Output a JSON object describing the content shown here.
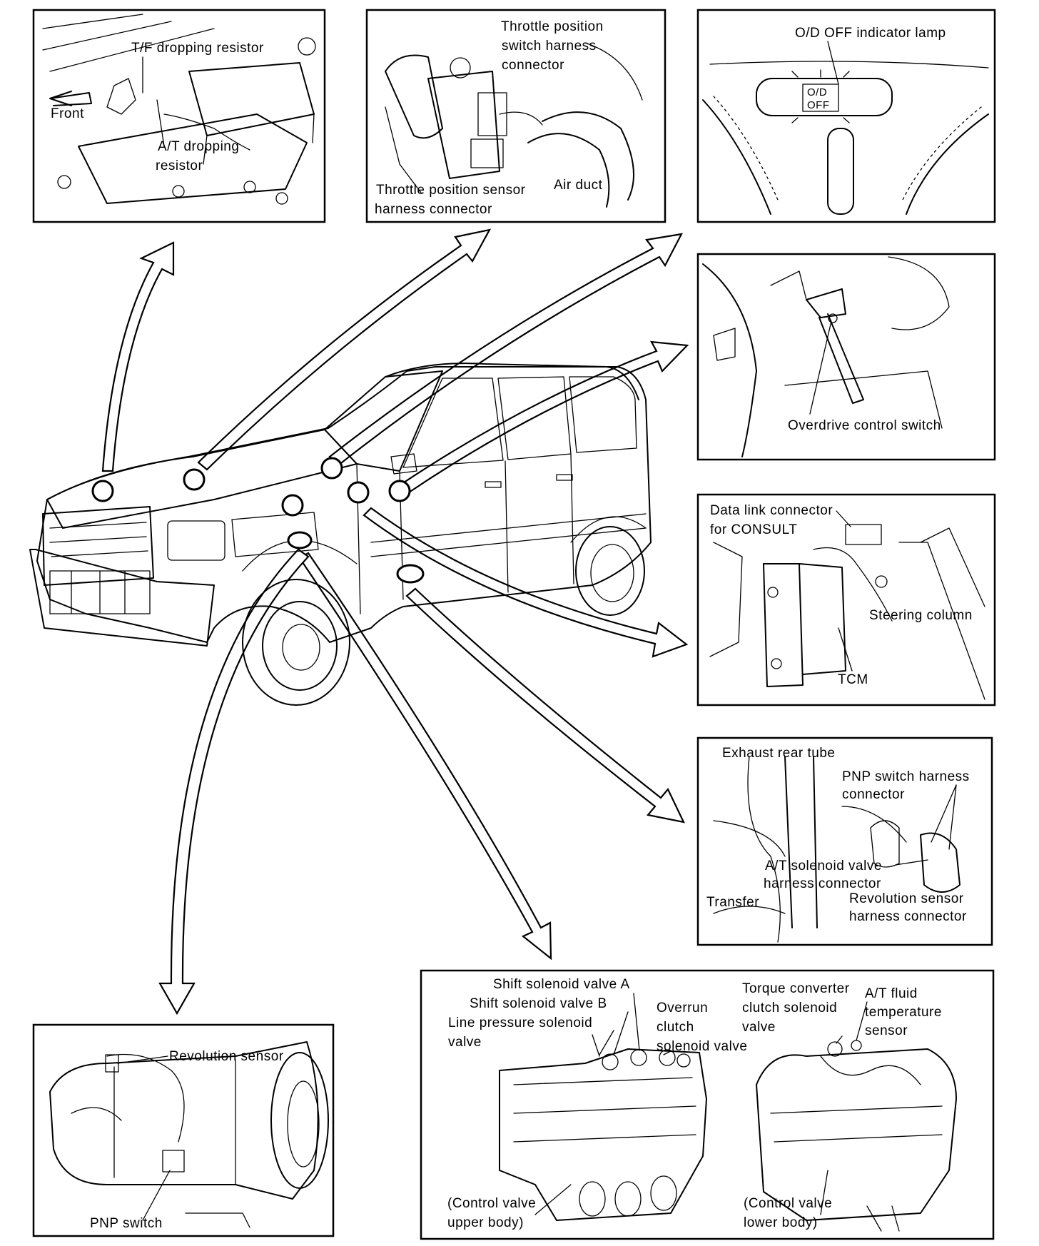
{
  "panels": {
    "dropping_resistors": {
      "tf_label": "T/F dropping resistor",
      "at_label_1": "A/T dropping",
      "at_label_2": "resistor",
      "front_label": "Front"
    },
    "throttle": {
      "switch_label_1": "Throttle position",
      "switch_label_2": "switch harness",
      "switch_label_3": "connector",
      "sensor_label_1": "Throttle position sensor",
      "sensor_label_2": "harness connector",
      "air_duct_label": "Air duct"
    },
    "od_lamp": {
      "title": "O/D OFF indicator lamp",
      "lamp_line_1": "O/D",
      "lamp_line_2": "OFF"
    },
    "overdrive_switch": {
      "label": "Overdrive control switch"
    },
    "tcm": {
      "dlc_label_1": "Data link connector",
      "dlc_label_2": "for CONSULT",
      "steering_label": "Steering column",
      "tcm_label": "TCM"
    },
    "underbody": {
      "exhaust_label": "Exhaust rear tube",
      "pnp_label_1": "PNP switch harness",
      "pnp_label_2": "connector",
      "at_sol_label_1": "A/T solenoid valve",
      "at_sol_label_2": "harness connector",
      "transfer_label": "Transfer",
      "rev_label_1": "Revolution sensor",
      "rev_label_2": "harness connector"
    },
    "transmission": {
      "rev_sensor_label": "Revolution sensor",
      "pnp_switch_label": "PNP switch"
    },
    "control_valve": {
      "shift_a": "Shift solenoid valve A",
      "shift_b": "Shift solenoid valve B",
      "line_pressure_1": "Line pressure solenoid",
      "line_pressure_2": "valve",
      "overrun_1": "Overrun",
      "overrun_2": "clutch",
      "overrun_3": "solenoid valve",
      "torque_1": "Torque converter",
      "torque_2": "clutch solenoid",
      "torque_3": "valve",
      "fluid_1": "A/T fluid",
      "fluid_2": "temperature",
      "fluid_3": "sensor",
      "upper_1": "(Control valve",
      "upper_2": "upper body)",
      "lower_1": "(Control valve",
      "lower_2": "lower body)"
    }
  }
}
